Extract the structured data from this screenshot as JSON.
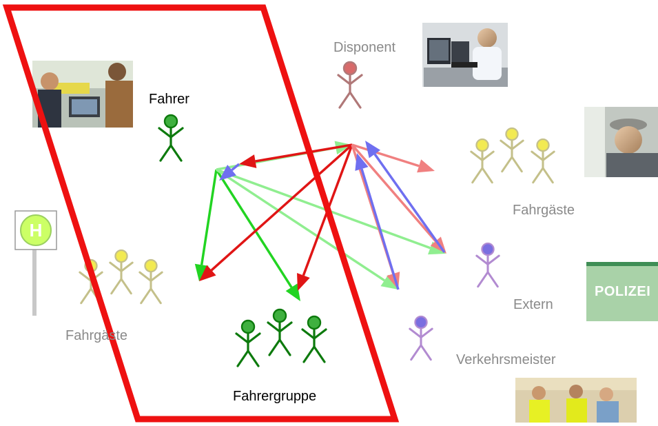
{
  "labels": {
    "disponent": "Disponent",
    "fahrer": "Fahrer",
    "fahrgaeste_right": "Fahrgäste",
    "fahrgaeste_left": "Fahrgäste",
    "extern": "Extern",
    "verkehrsmeister": "Verkehrsmeister",
    "fahrergruppe": "Fahrergruppe",
    "police_sign": "POLIZEI"
  },
  "colors": {
    "frame": "#ee1111",
    "fahrer": "#0d7a0d",
    "disponent": "#b07878",
    "passenger": "#c4c08a",
    "passenger_head": "#f2ea52",
    "extern": "#b28bd1",
    "extern_head": "#7a6ee0",
    "arrow_green": "#22d422",
    "arrow_lightgreen": "#90ee90",
    "arrow_red": "#e01515",
    "arrow_pink": "#f08080",
    "arrow_blue": "#6f6ff0",
    "stop_sign": "#ccff66"
  }
}
